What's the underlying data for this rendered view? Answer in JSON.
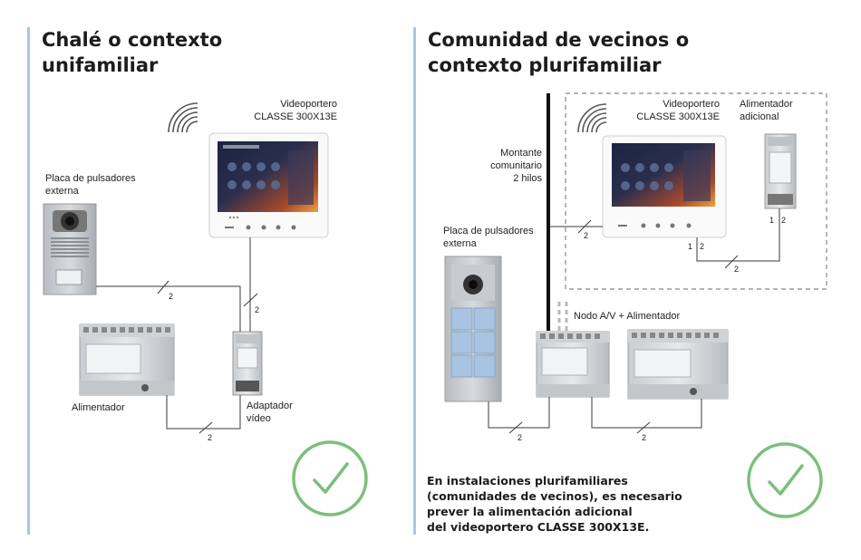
{
  "left": {
    "title_line1": "Chalé o contexto",
    "title_line2": "unifamiliar",
    "videoportero_line1": "Videoportero",
    "videoportero_line2": "CLASSE 300X13E",
    "placa_line1": "Placa de pulsadores",
    "placa_line2": "externa",
    "alimentador": "Alimentador",
    "adaptador_line1": "Adaptador",
    "adaptador_line2": "vídeo",
    "wire_label": "2"
  },
  "right": {
    "title_line1": "Comunidad de vecinos o",
    "title_line2": "contexto plurifamiliar",
    "videoportero_line1": "Videoportero",
    "videoportero_line2": "CLASSE 300X13E",
    "alimentador_adicional_line1": "Alimentador",
    "alimentador_adicional_line2": "adicional",
    "montante_line1": "Montante",
    "montante_line2": "comunitario",
    "montante_line3": "2 hilos",
    "placa_line1": "Placa de pulsadores",
    "placa_line2": "externa",
    "nodo": "Nodo A/V + Alimentador",
    "wire_label": "2",
    "terminal_1": "1",
    "terminal_2": "2",
    "note_line1": "En instalaciones plurifamiliares",
    "note_line2": "(comunidades de vecinos), es necesario",
    "note_line3": "prever la alimentación adicional",
    "note_line4": "del videoportero CLASSE 300X13E."
  },
  "colors": {
    "divider": "#a9c6e6",
    "check": "#7bbf7b",
    "dashed_box": "#9a9a9a",
    "wire": "#3a3a3a"
  },
  "icons": [
    "wifi-icon",
    "check-icon",
    "check-icon"
  ]
}
